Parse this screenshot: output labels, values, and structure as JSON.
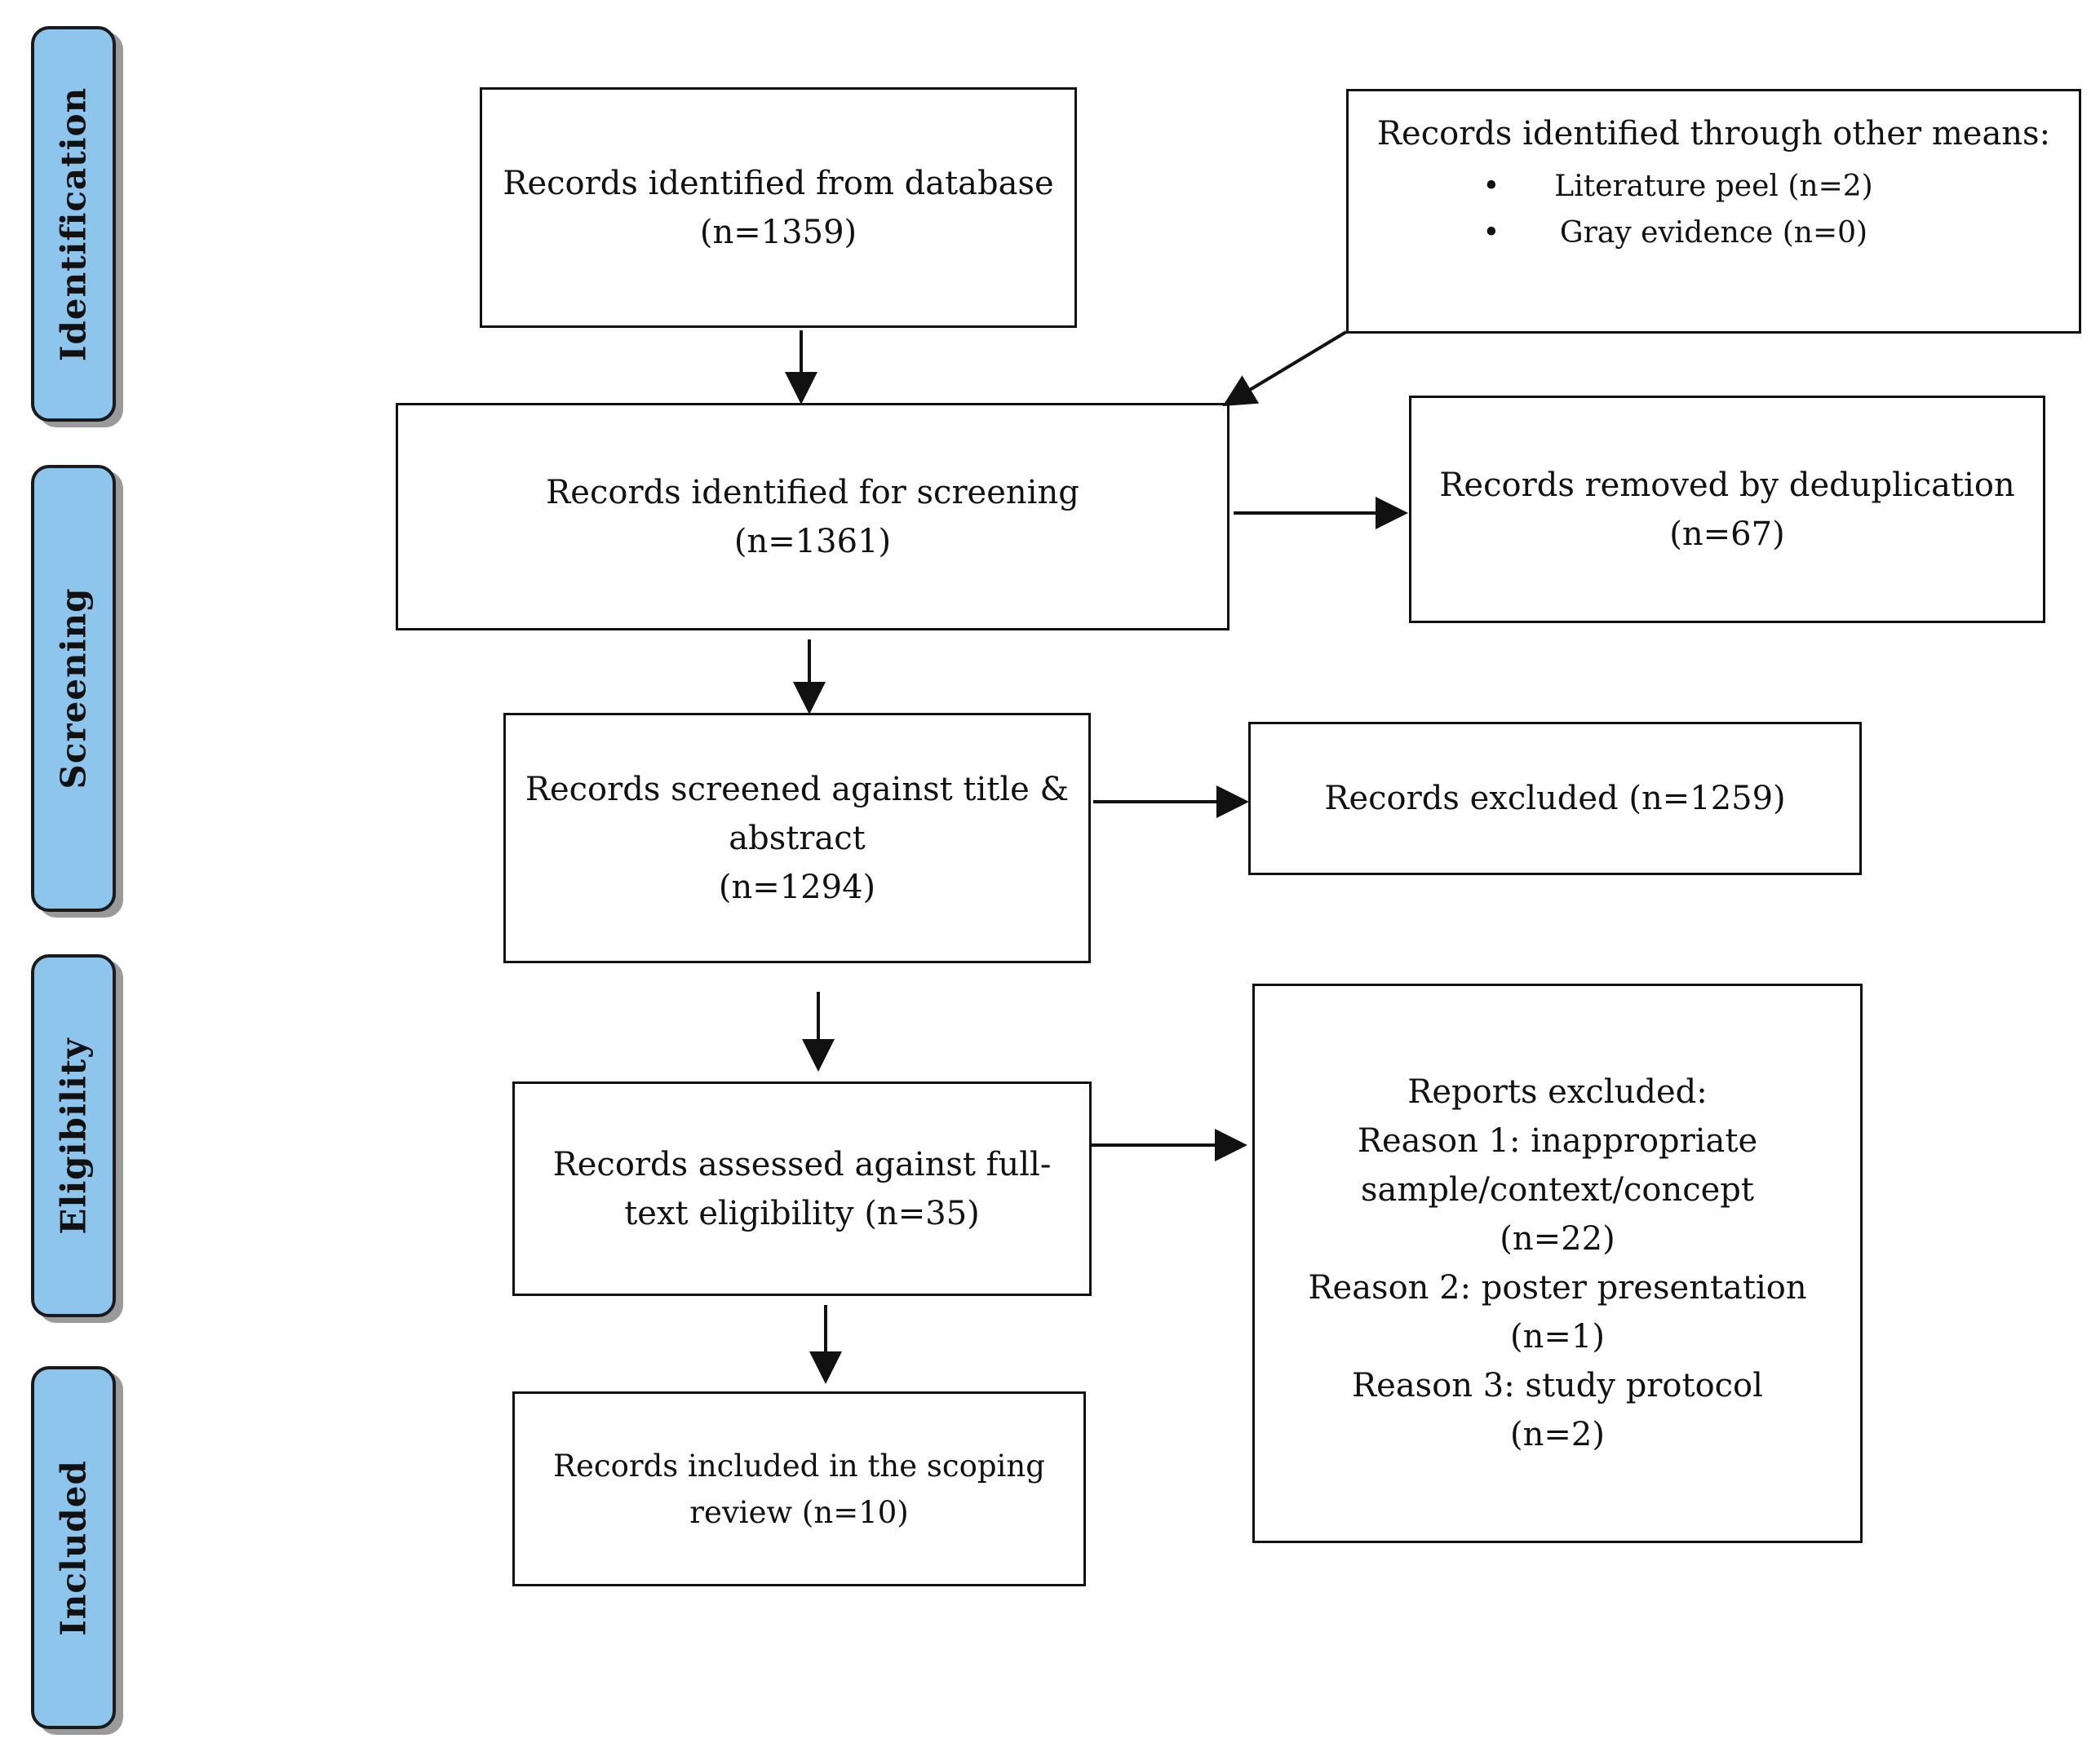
{
  "phases": [
    {
      "label": "Identification"
    },
    {
      "label": "Screening"
    },
    {
      "label": "Eligibility"
    },
    {
      "label": "Included"
    }
  ],
  "boxes": {
    "database": {
      "line1": "Records identified from database",
      "line2": "(n=1359)"
    },
    "other": {
      "title": "Records identified through other means:",
      "items": [
        "Literature peel (n=2)",
        "Gray evidence (n=0)"
      ]
    },
    "screening_identified": {
      "line1": "Records identified for screening",
      "line2": "(n=1361)"
    },
    "deduplication": {
      "line1": "Records removed by deduplication",
      "line2": "(n=67)"
    },
    "title_abstract": {
      "line1": "Records screened against title &",
      "line2": "abstract",
      "line3": "(n=1294)"
    },
    "excluded": {
      "line1": "Records excluded (n=1259)"
    },
    "full_text": {
      "line1": "Records assessed against full-",
      "line2": "text eligibility (n=35)"
    },
    "reports_excluded": {
      "lines": [
        "Reports excluded:",
        "Reason 1: inappropriate",
        "sample/context/concept",
        "(n=22)",
        "Reason 2: poster presentation",
        "(n=1)",
        "Reason 3: study protocol",
        "(n=2)"
      ]
    },
    "included": {
      "line1": "Records included in the scoping",
      "line2": "review (n=10)"
    }
  }
}
